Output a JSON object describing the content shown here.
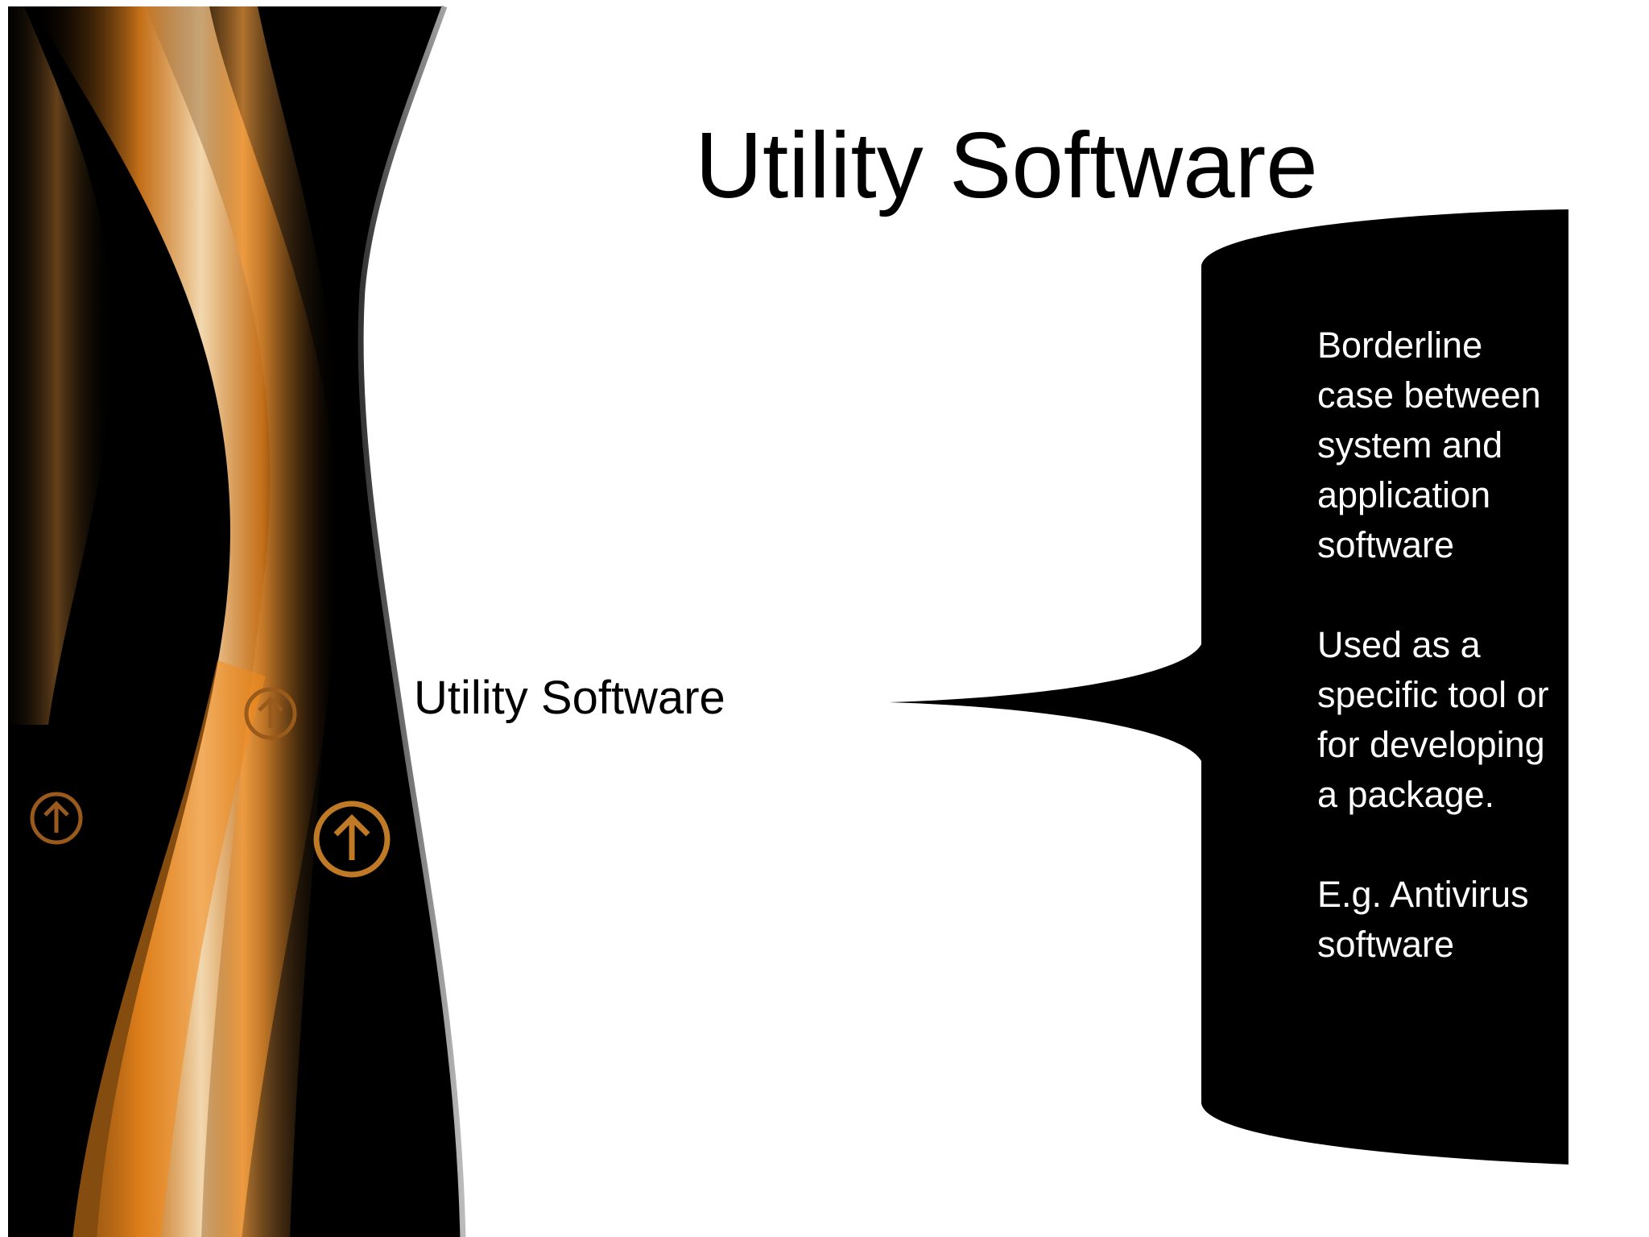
{
  "slide": {
    "title": "Utility Software",
    "node_label": "Utility Software",
    "callout": {
      "paragraphs": [
        "Borderline case between system and application software",
        "Used as a specific tool or for developing a package.",
        "E.g. Antivirus software"
      ]
    }
  },
  "theme": {
    "background": "#ffffff",
    "panel_color": "#000000",
    "accent": "#f28a1e",
    "icons": [
      "up-arrow-circle-icon",
      "up-arrow-circle-icon",
      "up-arrow-circle-icon"
    ]
  }
}
